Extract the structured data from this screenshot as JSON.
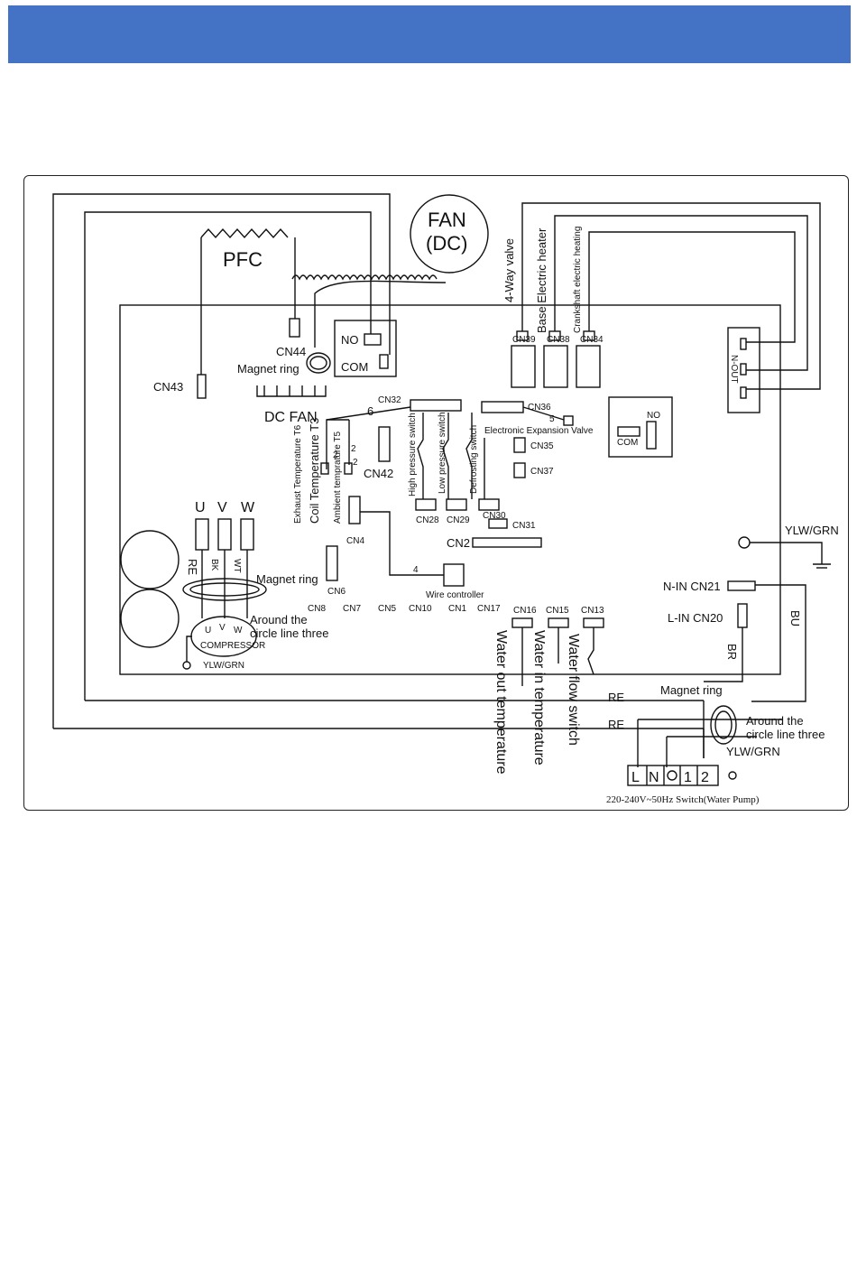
{
  "header": {
    "background": "#4472c4"
  },
  "diagram": {
    "labels": {
      "pfc": "PFC",
      "fan_line1": "FAN",
      "fan_line2": "(DC)",
      "cn44": "CN44",
      "no_relay": "NO",
      "com_relay": "COM",
      "magnet_ring_top": "Magnet ring",
      "cn43": "CN43",
      "dc_fan": "DC FAN",
      "cn32": "CN32",
      "wire_count_6": "6",
      "cn42": "CN42",
      "exhaust_temp": "Exhaust Temperature T6",
      "coil_temp": "Coil Temperature T3",
      "ambient_temp": "Ambient temprature T5",
      "num_2a": "2",
      "num_2b": "2",
      "num_2c": "2",
      "high_pressure": "High pressure switch",
      "low_pressure": "Low pressure switch",
      "defrost": "Defrosting switch",
      "cn28": "CN28",
      "cn29": "CN29",
      "cn30": "CN30",
      "cn31": "CN31",
      "cn2": "CN2",
      "four_way": "4-Way valve",
      "base_heater": "Base Electric heater",
      "crankshaft": "Crankshaft electric heating",
      "cn39": "CN39",
      "cn38": "CN38",
      "cn34": "CN34",
      "cn36": "CN36",
      "num_5": "5",
      "eev": "Electronic Expansion Valve",
      "cn35": "CN35",
      "cn37": "CN37",
      "no_relay2": "NO",
      "com_relay2": "COM",
      "n_out": "N-OUT",
      "u": "U",
      "v": "V",
      "w": "W",
      "re": "RE",
      "bk": "BK",
      "wt": "WT",
      "cn4": "CN4",
      "magnet_ring_mid": "Magnet ring",
      "cn6": "CN6",
      "num_4": "4",
      "wire_controller": "Wire controller",
      "cn8": "CN8",
      "cn7": "CN7",
      "cn5": "CN5",
      "cn10": "CN10",
      "cn1": "CN1",
      "cn17": "CN17",
      "cn16": "CN16",
      "cn15": "CN15",
      "cn13": "CN13",
      "around1": "Around the",
      "around2": "circle line three",
      "comp_u": "U",
      "comp_v": "V",
      "comp_w": "W",
      "compressor": "COMPRESSOR",
      "ylwgrn_comp": "YLW/GRN",
      "water_out": "Water out temperature",
      "water_in": "Water in temperature",
      "water_flow": "Water flow switch",
      "ylwgrn_right": "YLW/GRN",
      "nin_cn21": "N-IN CN21",
      "lin_cn20": "L-IN CN20",
      "bu": "BU",
      "br": "BR",
      "re_a": "RE",
      "re_b": "RE",
      "magnet_ring_bottom": "Magnet ring",
      "around_b1": "Around the",
      "around_b2": "circle line three",
      "ylwgrn_bottom": "YLW/GRN",
      "term_l": "L",
      "term_n": "N",
      "term_1": "1",
      "term_2": "2",
      "supply": "220-240V~50Hz Switch(Water Pump)"
    }
  }
}
